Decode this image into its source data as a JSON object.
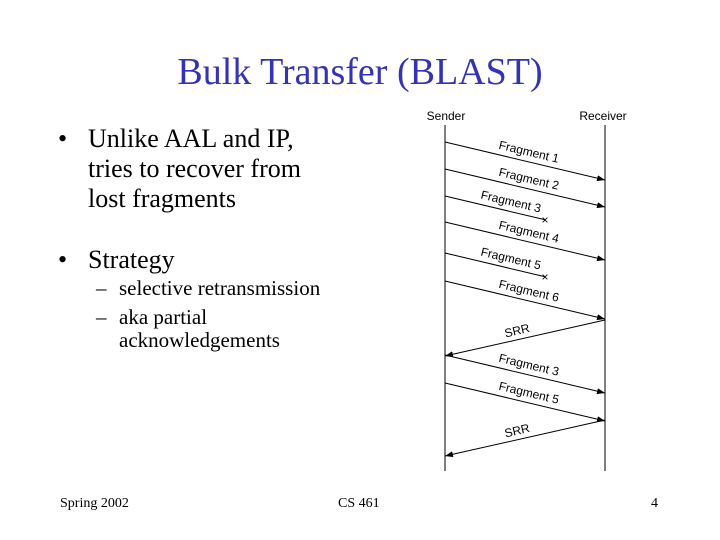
{
  "title": "Bulk Transfer (BLAST)",
  "bullets": [
    {
      "lines": [
        "Unlike AAL and IP,",
        "tries to recover from",
        "lost fragments"
      ]
    },
    {
      "lines": [
        "Strategy"
      ],
      "sub": [
        {
          "lines": [
            "selective retransmission"
          ]
        },
        {
          "lines": [
            "aka partial",
            "acknowledgements"
          ]
        }
      ]
    }
  ],
  "diagram": {
    "sender": "Sender",
    "receiver": "Receiver",
    "messages": [
      {
        "label": "Fragment 1",
        "dir": "right",
        "lost": false
      },
      {
        "label": "Fragment 2",
        "dir": "right",
        "lost": false
      },
      {
        "label": "Fragment 3",
        "dir": "right",
        "lost": true
      },
      {
        "label": "Fragment 4",
        "dir": "right",
        "lost": false
      },
      {
        "label": "Fragment 5",
        "dir": "right",
        "lost": true
      },
      {
        "label": "Fragment 6",
        "dir": "right",
        "lost": false
      },
      {
        "label": "SRR",
        "dir": "left",
        "lost": false
      },
      {
        "label": "Fragment 3",
        "dir": "right",
        "lost": false
      },
      {
        "label": "Fragment 5",
        "dir": "right",
        "lost": false
      },
      {
        "label": "SRR",
        "dir": "left",
        "lost": false
      }
    ]
  },
  "footer": {
    "left": "Spring 2002",
    "center": "CS 461",
    "page": "4"
  }
}
